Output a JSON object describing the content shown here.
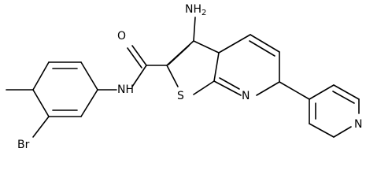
{
  "molecule": {
    "atom_labels": {
      "amino": "NH",
      "amino_subscript": "2",
      "oxygen": "O",
      "amide_nitrogen": "N",
      "amide_hydrogen": "H",
      "sulfur": "S",
      "pyridine_nitrogen": "N",
      "pyridyl_nitrogen": "N",
      "bromine": "Br"
    }
  }
}
